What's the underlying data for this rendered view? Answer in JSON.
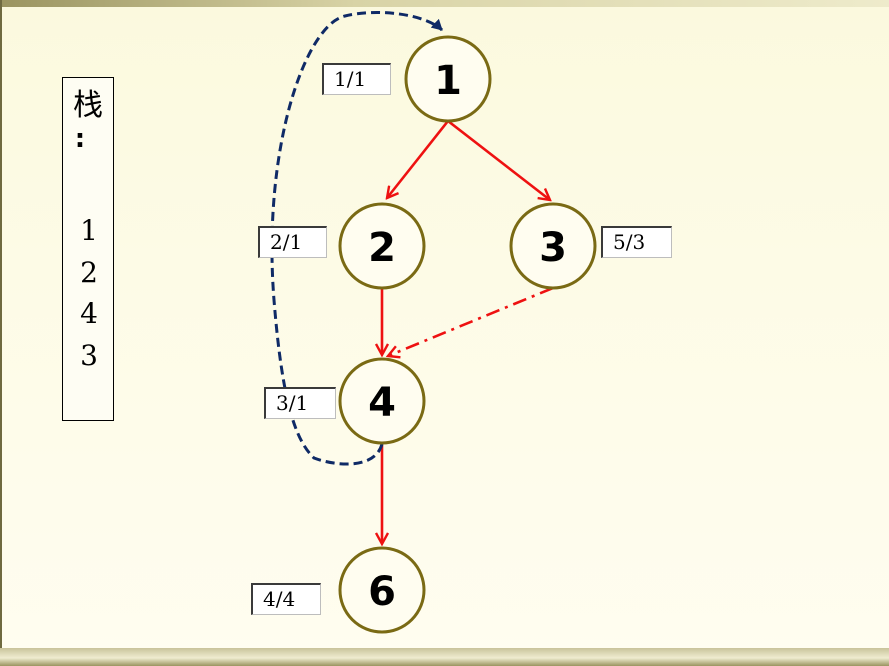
{
  "stack": {
    "title": "栈",
    "colon": ":",
    "items": [
      "1",
      "2",
      "4",
      "3"
    ]
  },
  "nodes": [
    {
      "id": "1",
      "label": "1"
    },
    {
      "id": "2",
      "label": "2"
    },
    {
      "id": "3",
      "label": "3"
    },
    {
      "id": "4",
      "label": "4"
    },
    {
      "id": "6",
      "label": "6"
    }
  ],
  "labels": {
    "node1": "1/1",
    "node2": "2/1",
    "node3": "5/3",
    "node4": "3/1",
    "node6": "4/4"
  },
  "edges": [
    {
      "from": "1",
      "to": "2",
      "style": "solid"
    },
    {
      "from": "1",
      "to": "3",
      "style": "solid"
    },
    {
      "from": "2",
      "to": "4",
      "style": "solid"
    },
    {
      "from": "4",
      "to": "6",
      "style": "solid"
    },
    {
      "from": "3",
      "to": "4",
      "style": "dash-dot"
    },
    {
      "from": "4",
      "to": "1",
      "style": "dashed"
    }
  ],
  "colors": {
    "tree_edge": "#ee1111",
    "back_edge": "#0f2a66",
    "node_border": "#7a6a14",
    "node_fill": "#fffdf0"
  }
}
